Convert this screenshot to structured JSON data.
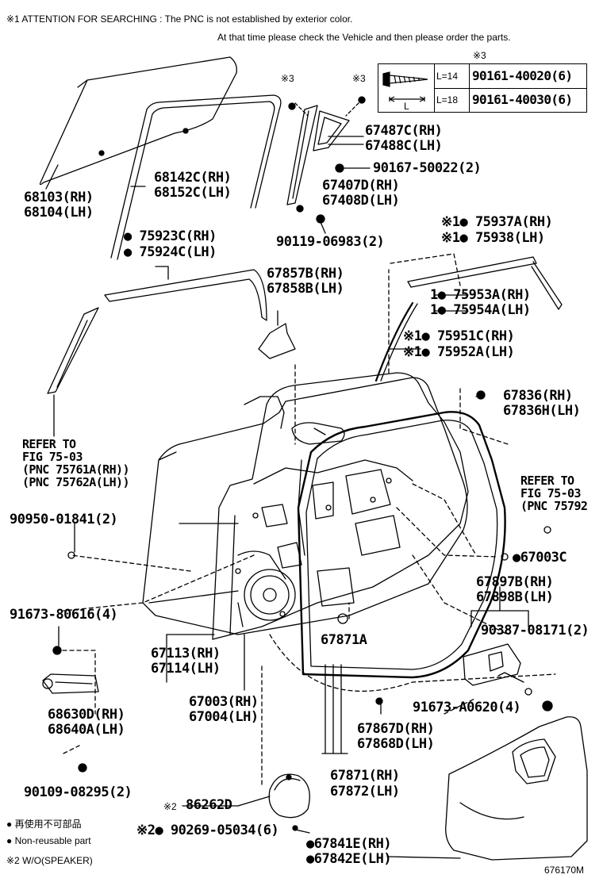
{
  "header": {
    "line1": "※1 ATTENTION FOR SEARCHING : The PNC is not established by exterior color.",
    "line2": "At that time please check the Vehicle and then please order the parts."
  },
  "screw_table": {
    "mark": "※3",
    "rows": [
      {
        "length": "L=14",
        "part": "90161-40020(6)"
      },
      {
        "length": "L=18",
        "part": "90161-40030(6)"
      }
    ],
    "dimension_label": "L"
  },
  "callouts": {
    "mark3_a": "※3",
    "mark3_b": "※3",
    "p68103": "68103(RH)",
    "p68104": "68104(LH)",
    "p68142c": "68142C(RH)",
    "p68152c": "68152C(LH)",
    "p67487c": "67487C(RH)",
    "p67488c": "67488C(LH)",
    "p90167": "90167-50022(2)",
    "p67407d": "67407D(RH)",
    "p67408d": "67408D(LH)",
    "p90119": "90119-06983(2)",
    "p75923c": "● 75923C(RH)",
    "p75924c": "● 75924C(LH)",
    "p67857b": "67857B(RH)",
    "p67858b": "67858B(LH)",
    "p75937a": "※1● 75937A(RH)",
    "p75938": "※1● 75938(LH)",
    "p75953a": "1● 75953A(RH)",
    "p75954a": "1● 75954A(LH)",
    "p75951c": "※1● 75951C(RH)",
    "p75952a": "※1● 75952A(LH)",
    "p67836": "67836(RH)",
    "p67836h": "67836H(LH)",
    "ref_left": "REFER TO\nFIG 75-03\n(PNC 75761A(RH))\n(PNC 75762A(LH))",
    "ref_right": "REFER TO\nFIG 75-03\n(PNC 75792",
    "p90950": "90950-01841(2)",
    "p67003c": "●67003C",
    "p67897b": "67897B(RH)",
    "p67898b": "67898B(LH)",
    "p91673_80616": "91673-80616(4)",
    "p90387": "90387-08171(2)",
    "p67113": "67113(RH)",
    "p67114": "67114(LH)",
    "p67871a": "67871A",
    "p68630d": "68630D(RH)",
    "p68640a": "68640A(LH)",
    "p67003": "67003(RH)",
    "p67004": "67004(LH)",
    "p91673_a0620": "91673-A0620(4)",
    "p67867d": "67867D(RH)",
    "p67868d": "67868D(LH)",
    "p90109": "90109-08295(2)",
    "p67871": "67871(RH)",
    "p67872": "67872(LH)",
    "p86262d": "86262D",
    "mark2_86262d": "※2",
    "p90269": "※2● 90269-05034(6)",
    "p67841e": "●67841E(RH)",
    "p67842e": "●67842E(LH)"
  },
  "legend": {
    "reuse_jp": "● 再使用不可部品",
    "reuse_en": "● Non-reusable part",
    "speaker": "※2 W/O(SPEAKER)"
  },
  "figure_id": "676170M"
}
